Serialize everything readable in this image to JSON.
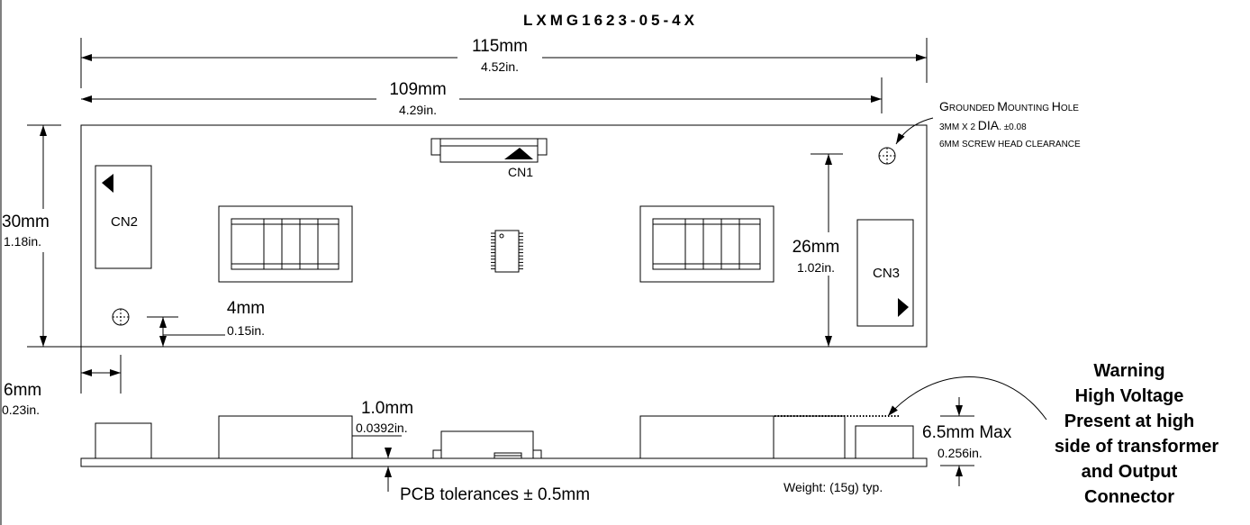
{
  "title": "LXMG1623-05-4X",
  "dims": {
    "w115_mm": "115mm",
    "w115_in": "4.52in.",
    "w109_mm": "109mm",
    "w109_in": "4.29in.",
    "h30_mm": "30mm",
    "h30_in": "1.18in.",
    "h26_mm": "26mm",
    "h26_in": "1.02in.",
    "off4_mm": "4mm",
    "off4_in": "0.15in.",
    "off6_mm": "6mm",
    "off6_in": "0.23in.",
    "pcb_mm": "1.0mm",
    "pcb_in": "0.0392in.",
    "max_mm": "6.5mm Max",
    "max_in": "0.256in."
  },
  "hole_note": {
    "line1_big": "G",
    "line1_a": "ROUNDED ",
    "line1_big2": "M",
    "line1_b": "OUNTING ",
    "line1_big3": "H",
    "line1_c": "OLE",
    "line2_a": "3MM X 2 ",
    "line2_big": "DIA",
    "line2_b": ". ±0.08",
    "line3": "6MM SCREW HEAD CLEARANCE"
  },
  "connectors": {
    "cn1": "CN1",
    "cn2": "CN2",
    "cn3": "CN3"
  },
  "notes": {
    "pcb_tol": "PCB tolerances ± 0.5mm",
    "weight": "Weight:  (15g) typ."
  },
  "warning": [
    "Warning",
    "High Voltage",
    "Present at high",
    "side of transformer",
    "and Output",
    "Connector"
  ]
}
